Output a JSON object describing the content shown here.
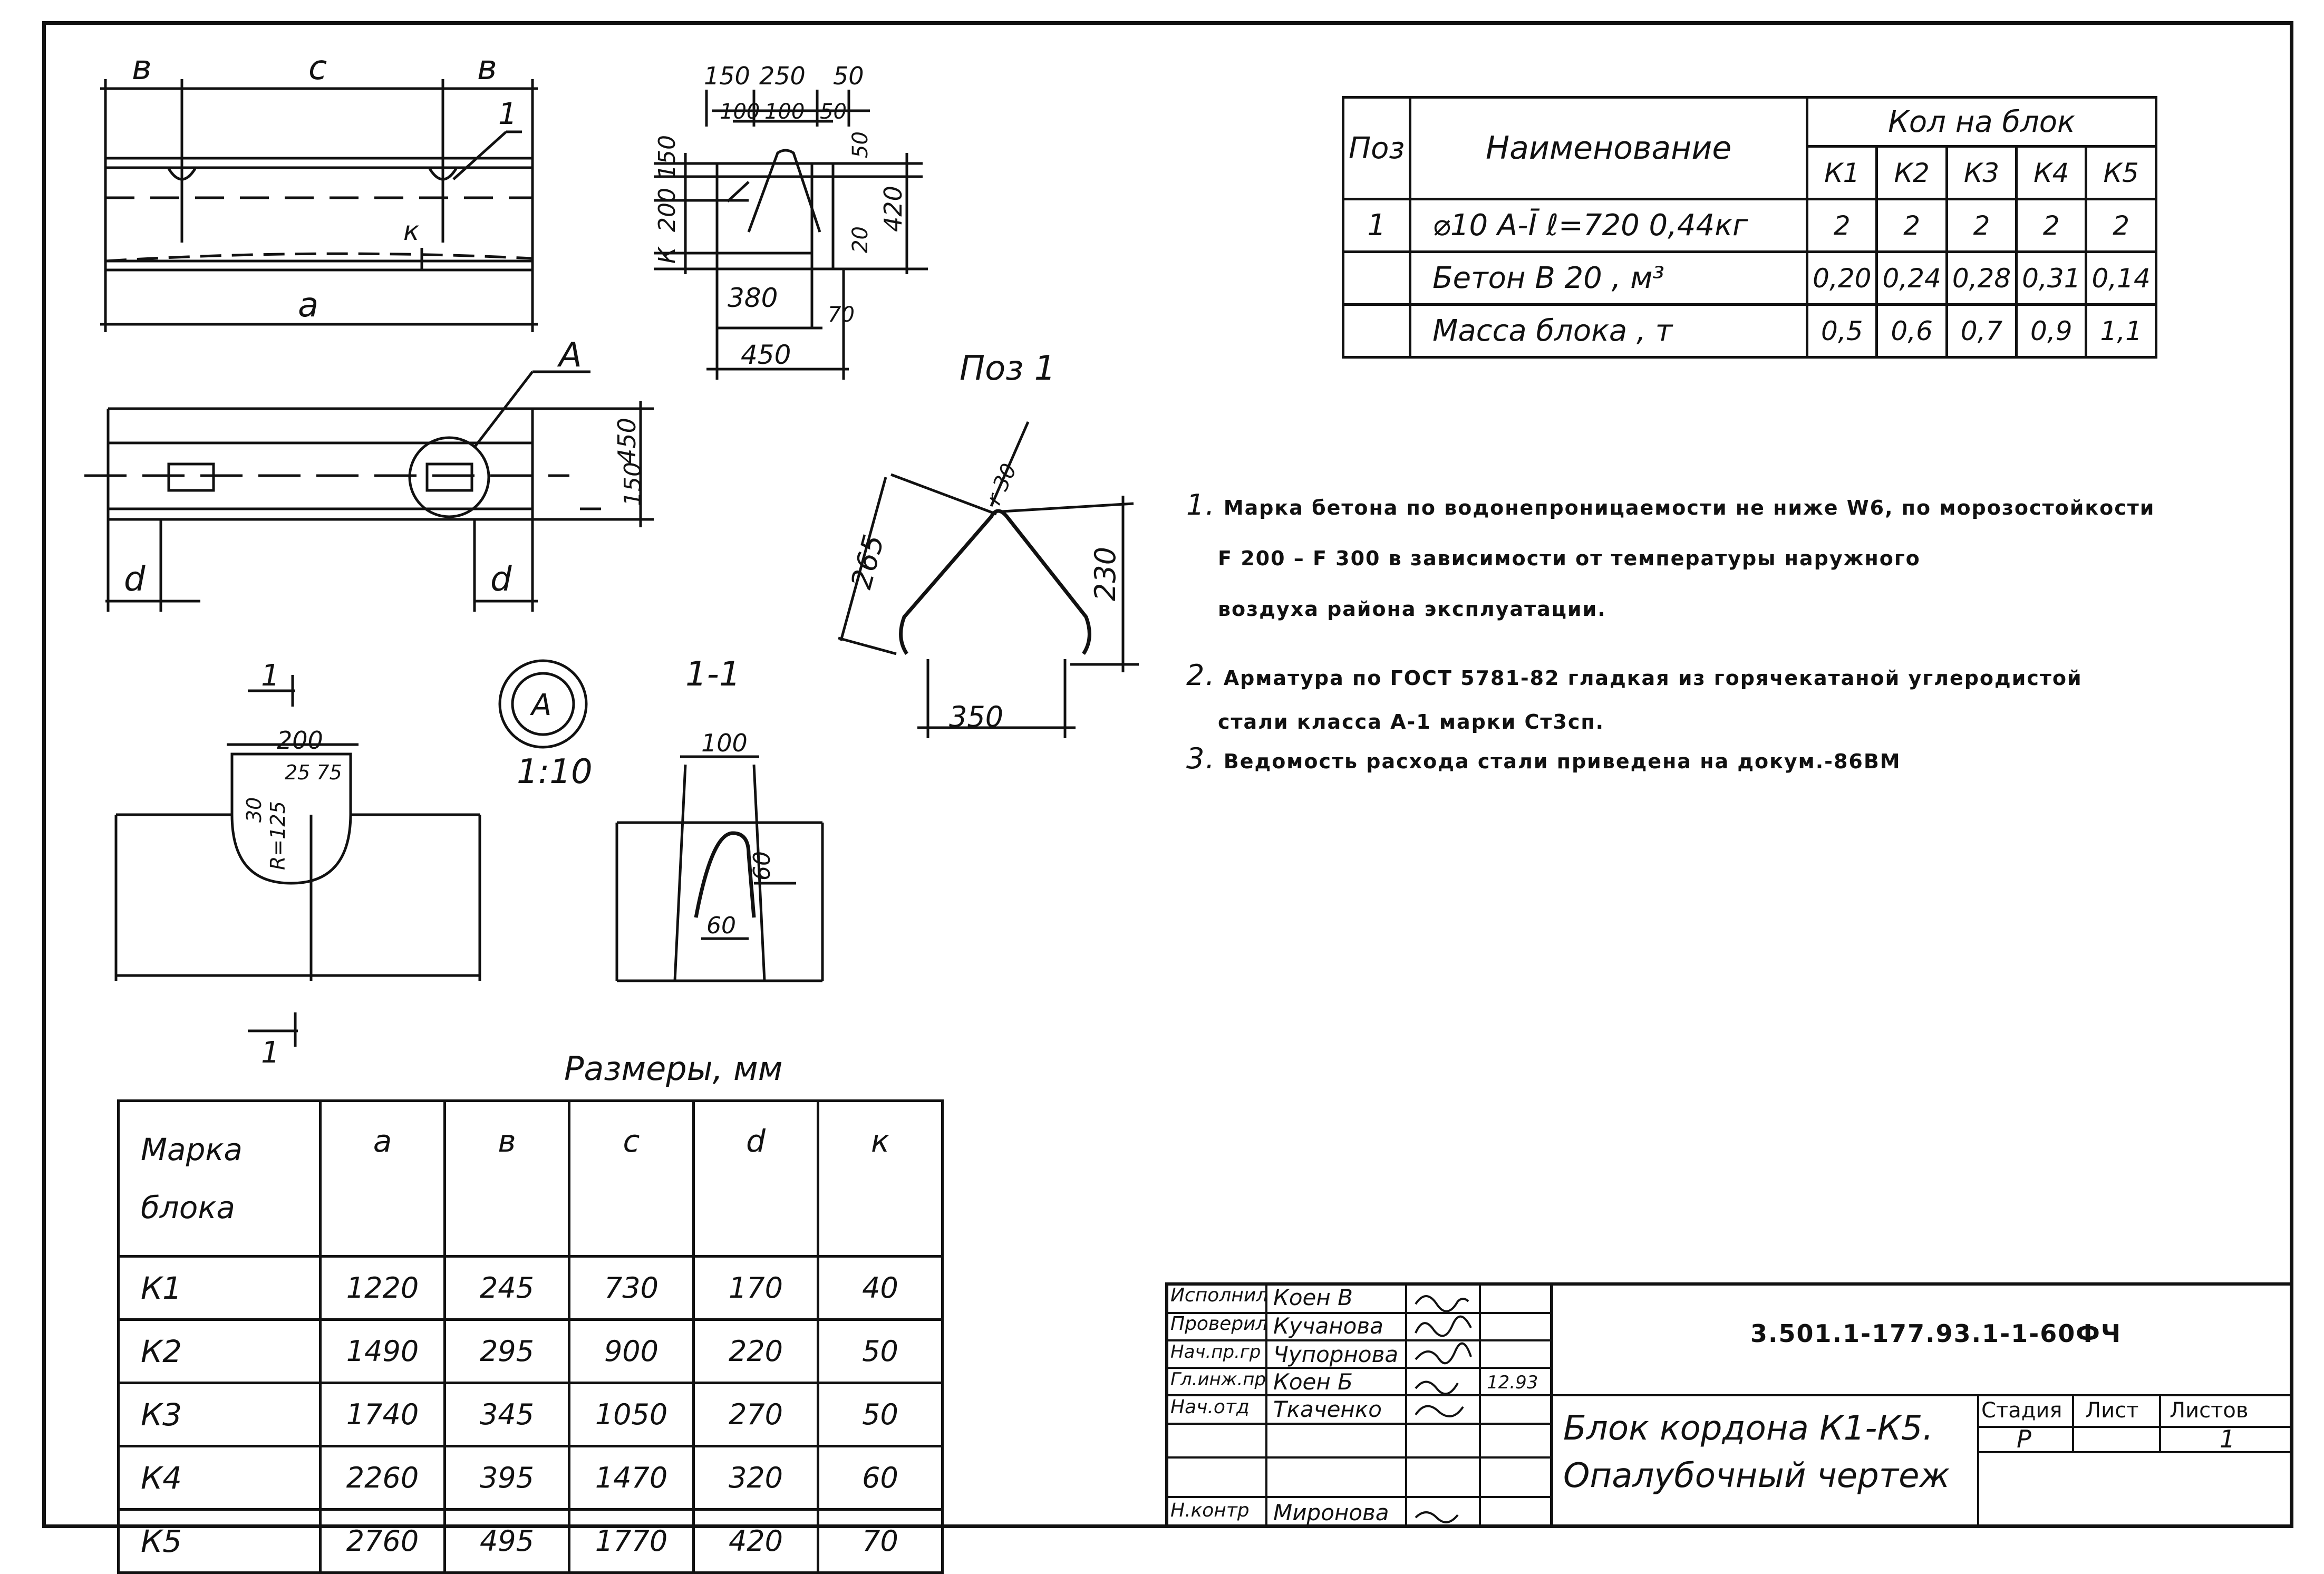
{
  "spec_table": {
    "headers": {
      "pos": "Поз",
      "name": "Наименование",
      "qty_group": "Кол на блок",
      "marks": [
        "К1",
        "К2",
        "К3",
        "К4",
        "К5"
      ]
    },
    "rows": [
      {
        "pos": "1",
        "name": "⌀10 А-Ī ℓ=720 0,44кг",
        "values": [
          "2",
          "2",
          "2",
          "2",
          "2"
        ]
      },
      {
        "pos": "",
        "name": "Бетон В 20 , м³",
        "values": [
          "0,20",
          "0,24",
          "0,28",
          "0,31",
          "0,14"
        ]
      },
      {
        "pos": "",
        "name": "Масса блока , т",
        "values": [
          "0,5",
          "0,6",
          "0,7",
          "0,9",
          "1,1"
        ]
      }
    ]
  },
  "notes": [
    {
      "num": "1.",
      "lines": [
        "Марка бетона по водонепроницаемости не ниже W6, по морозостойкости",
        "F 200 – F 300 в зависимости от температуры наружного",
        "воздуха района эксплуатации."
      ]
    },
    {
      "num": "2.",
      "lines": [
        "Арматура по ГОСТ 5781-82 гладкая из горячекатаной углеродистой",
        "стали класса А-1 марки Ст3сп."
      ]
    },
    {
      "num": "3.",
      "lines": [
        "Ведомость расхода стали приведена на докум.-86ВМ"
      ]
    }
  ],
  "dims_table": {
    "caption": "Размеры, мм",
    "header_first": [
      "Марка",
      "блока"
    ],
    "headers": [
      "a",
      "в",
      "c",
      "d",
      "к"
    ],
    "rows": [
      {
        "mark": "К1",
        "values": [
          "1220",
          "245",
          "730",
          "170",
          "40"
        ]
      },
      {
        "mark": "К2",
        "values": [
          "1490",
          "295",
          "900",
          "220",
          "50"
        ]
      },
      {
        "mark": "К3",
        "values": [
          "1740",
          "345",
          "1050",
          "270",
          "50"
        ]
      },
      {
        "mark": "К4",
        "values": [
          "2260",
          "395",
          "1470",
          "320",
          "60"
        ]
      },
      {
        "mark": "К5",
        "values": [
          "2760",
          "495",
          "1770",
          "420",
          "70"
        ]
      }
    ]
  },
  "drawing_labels": {
    "b": "в",
    "c": "с",
    "a": "а",
    "d": "d",
    "k": "к",
    "one": "1",
    "A": "А",
    "pos1": "Поз 1",
    "section": "1-1",
    "scale": "1:10",
    "dim150": "150",
    "dim250": "250",
    "dim50": "50",
    "dim100a": "100",
    "dim100b": "100",
    "dim50b": "50",
    "dim50c": "50",
    "dimK": "К",
    "dim200": "200",
    "dim150v": "150",
    "dim20": "20",
    "dim420": "420",
    "dim380": "380",
    "dim70": "70",
    "dim450": "450",
    "dim450v": "450",
    "dim150s": "150",
    "dim265": "265",
    "dim230": "230",
    "dim350": "350",
    "dimR30": "r 30",
    "dim200s": "200",
    "dim2575": "25 75",
    "dim30": "30",
    "dimR": "R=125",
    "dim100s": "100",
    "dim60": "60",
    "dim60b": "60"
  },
  "title_block": {
    "doc_code": "3.501.1-177.93.1-1-60ФЧ",
    "title_line1": "Блок кордона К1-К5.",
    "title_line2": "Опалубочный чертеж",
    "stage_label": "Стадия",
    "sheet_label": "Лист",
    "sheets_label": "Листов",
    "stage": "Р",
    "sheet": "",
    "sheets": "1",
    "date": "12.93",
    "roles": [
      {
        "role": "Исполнил",
        "name": "Коен В"
      },
      {
        "role": "Проверил",
        "name": "Кучанова"
      },
      {
        "role": "Нач.пр.гр",
        "name": "Чупорнова"
      },
      {
        "role": "Гл.инж.пр",
        "name": "Коен Б"
      },
      {
        "role": "Нач.отд",
        "name": "Ткаченко"
      },
      {
        "role": "",
        "name": ""
      },
      {
        "role": "",
        "name": ""
      },
      {
        "role": "Н.контр",
        "name": "Миронова"
      }
    ]
  }
}
